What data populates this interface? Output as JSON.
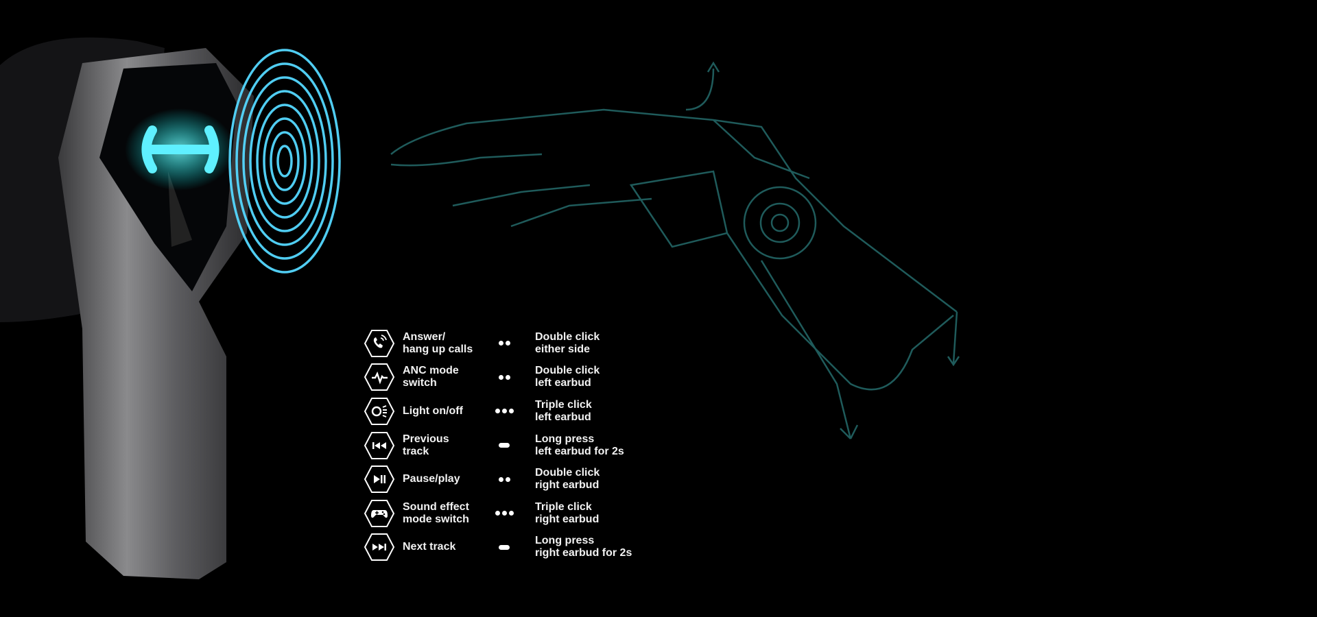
{
  "colors": {
    "background": "#000000",
    "accent": "#4fd6ff",
    "hand_lines": "#1f5b5b",
    "text": "#f2f2f2"
  },
  "controls": [
    {
      "icon": "phone-icon",
      "function": "Answer/\nhang up calls",
      "gesture_marker": "double",
      "gesture": "Double click\neither side"
    },
    {
      "icon": "anc-wave-icon",
      "function": "ANC mode\nswitch",
      "gesture_marker": "double",
      "gesture": "Double click\nleft earbud"
    },
    {
      "icon": "light-icon",
      "function": "Light on/off",
      "gesture_marker": "triple",
      "gesture": "Triple click\nleft earbud"
    },
    {
      "icon": "previous-track-icon",
      "function": "Previous\ntrack",
      "gesture_marker": "long",
      "gesture": "Long press\nleft earbud for 2s"
    },
    {
      "icon": "play-pause-icon",
      "function": "Pause/play",
      "gesture_marker": "double",
      "gesture": "Double click\nright earbud"
    },
    {
      "icon": "gamepad-icon",
      "function": "Sound effect\nmode switch",
      "gesture_marker": "triple",
      "gesture": "Triple click\nright earbud"
    },
    {
      "icon": "next-track-icon",
      "function": "Next track",
      "gesture_marker": "long",
      "gesture": "Long press\nright earbud for 2s"
    }
  ]
}
